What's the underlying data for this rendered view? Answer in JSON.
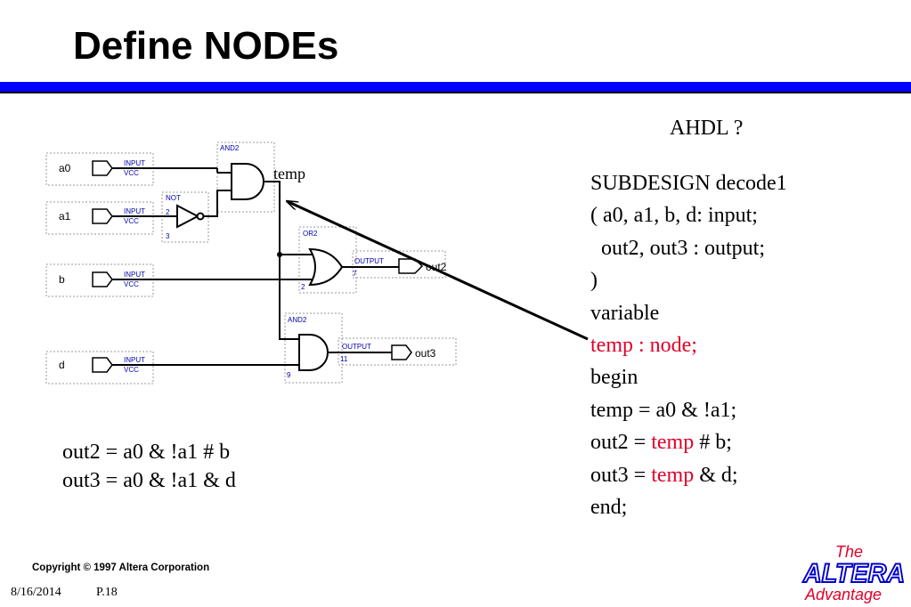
{
  "slide": {
    "title": "Define NODEs",
    "ahdl_heading": "AHDL ?",
    "code_lines": [
      [
        {
          "t": "SUBDESIGN decode1"
        }
      ],
      [
        {
          "t": "( a0, a1, b, d: input;"
        }
      ],
      [
        {
          "t": "  out2, out3 : output;"
        }
      ],
      [
        {
          "t": ")"
        }
      ],
      [
        {
          "t": "variable"
        }
      ],
      [
        {
          "t": "temp : node;",
          "red": true
        }
      ],
      [
        {
          "t": "begin"
        }
      ],
      [
        {
          "t": "temp = a0 & !a1;"
        }
      ],
      [
        {
          "t": "out2 = "
        },
        {
          "t": "temp",
          "red": true
        },
        {
          "t": " # b;"
        }
      ],
      [
        {
          "t": "out3 = "
        },
        {
          "t": "temp",
          "red": true
        },
        {
          "t": " & d;"
        }
      ],
      [
        {
          "t": "end;"
        }
      ]
    ],
    "equations": [
      "out2 = a0 & !a1 # b",
      "out3 = a0 & !a1 & d"
    ]
  },
  "schematic": {
    "inputs": [
      "a0",
      "a1",
      "b",
      "d"
    ],
    "input_prim_label": "INPUT",
    "input_vcc_label": "VCC",
    "output_prim_label": "OUTPUT",
    "outputs": [
      "out2",
      "out3"
    ],
    "gate_labels": {
      "and_top": "AND2",
      "not": "NOT",
      "or": "OR2",
      "and_bottom": "AND2"
    },
    "pin_numbers": {
      "not_in": "2",
      "not_out": "3",
      "or_in": "2",
      "or_out": "7",
      "and_in": "9",
      "and_out": "11"
    },
    "temp_label": "temp"
  },
  "footer": {
    "copyright": "Copyright © 1997 Altera Corporation",
    "date": "8/16/2014",
    "page": "P.18"
  },
  "logo": {
    "the": "The",
    "brand": "ALTERA",
    "tagline": "Advantage"
  },
  "colors": {
    "rule": "#0000ff",
    "highlight": "#e0002a",
    "prim_label": "#0000aa",
    "logo_text": "#e0002a"
  }
}
